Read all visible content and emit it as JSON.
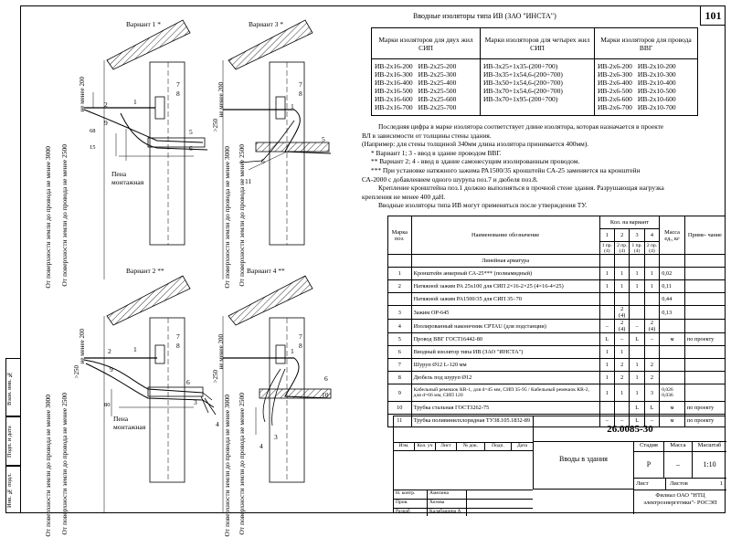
{
  "page_number": "101",
  "side_stamps": [
    "Инв. № подл.",
    "Подп. и дата",
    "Взам. инв. №"
  ],
  "drawings": {
    "v1": {
      "title": "Вариант 1 *",
      "dims": [
        "не менее 200",
        "68",
        "15"
      ],
      "vert": [
        "От поверхности земли до провода не менее 3000",
        "От поверхности земли до провода не менее 2500"
      ],
      "foam": [
        "Пена",
        "монтажная"
      ],
      "callouts": [
        "1",
        "2",
        "5",
        "6",
        "7",
        "8",
        "9"
      ]
    },
    "v2": {
      "title": "Вариант 2 **",
      "dims": [
        "не менее 200",
        ">250",
        "80"
      ],
      "vert": [
        "От поверхности земли до провода не менее 3000",
        "От поверхности земли до провода не менее 2500"
      ],
      "foam": [
        "Пена",
        "монтажная"
      ],
      "callouts": [
        "1",
        "2",
        "3",
        "4",
        "6",
        "7",
        "8",
        "9"
      ]
    },
    "v3": {
      "title": "Вариант 3 *",
      "dims": [
        "не менее 200",
        ">250"
      ],
      "vert": [
        "От поверхности земли до провода не менее 3000",
        "От поверхности земли до провода не менее 2500"
      ],
      "callouts": [
        "1",
        "5",
        "6",
        "7",
        "8",
        "11"
      ]
    },
    "v4": {
      "title": "Вариант 4 **",
      "dims": [
        "не менее 200",
        ">250"
      ],
      "vert": [
        "От поверхности земли до провода не менее 3000",
        "От поверхности земли до провода не менее 2500"
      ],
      "callouts": [
        "1",
        "3",
        "4",
        "6",
        "7",
        "8",
        "10"
      ]
    }
  },
  "top_table": {
    "title": "Вводные изоляторы типа ИВ (ЗАО \"ИНСТА\")",
    "headers": [
      "Марки изоляторов для двух жил СИП",
      "Марки изоляторов для четырех жил СИП",
      "Марки изоляторов для провода ВВГ"
    ],
    "col1a": [
      "ИВ-2х16-200",
      "ИВ-2х16-300",
      "ИВ-2х16-400",
      "ИВ-2х16-500",
      "ИВ-2х16-600",
      "ИВ-2х16-700"
    ],
    "col1b": [
      "ИВ-2х25-200",
      "ИВ-2х25-300",
      "ИВ-2х25-400",
      "ИВ-2х25-500",
      "ИВ-2х25-600",
      "ИВ-2х25-700"
    ],
    "col2": [
      "ИВ-3х25+1х35-(200÷700)",
      "ИВ-3х35+1х54,6-(200÷700)",
      "ИВ-3х50+1х54,6-(200÷700)",
      "ИВ-3х70+1х54,6-(200÷700)",
      "ИВ-3х70+1х95-(200÷700)"
    ],
    "col3a": [
      "ИВ-2х6-200",
      "ИВ-2х6-300",
      "ИВ-2х6-400",
      "ИВ-2х6-500",
      "ИВ-2х6-600",
      "ИВ-2х6-700"
    ],
    "col3b": [
      "ИВ-2х10-200",
      "ИВ-2х10-300",
      "ИВ-2х10-400",
      "ИВ-2х10-500",
      "ИВ-2х10-600",
      "ИВ-2х10-700"
    ]
  },
  "notes": [
    "Последняя цифра в марке изолятора соответствует длине изолятора, которая назначается в проекте",
    "ВЛ в зависимости от толщины стены здания.",
    "(Например: для стены толщиной 340мм длина изолятора принимается 400мм).",
    "* Вариант 1; 3 - ввод в здание проводом ВВГ.",
    "** Вариант 2; 4 - ввод в здание самонесущим изолированным проводом.",
    "*** При установке натяжного зажима РА1500/35 кронштейн СА-25 заменяется на кронштейн",
    "СА-2000 с добавлением одного шурупа поз.7 и дюбеля поз.8.",
    "Крепление кронштейна поз.1 должно выполняться в прочной стене здания. Разрушающая нагрузка",
    "крепления не менее 400 даН.",
    "Вводные изоляторы типа ИВ могут применяться после утверждения ТУ."
  ],
  "spec": {
    "h_mark": "Марка поз.",
    "h_name": "Наименование обозначение",
    "h_qty": "Кол. на вариант",
    "h_vars": [
      "1",
      "2",
      "3",
      "4"
    ],
    "h_sub": [
      "1 пр. (4)",
      "2 пр. (4)",
      "1 пр. (4)",
      "2 пр. (4)"
    ],
    "h_mass": "Масса ед., кг",
    "h_note": "Приме- чание",
    "section": "Линейная арматура",
    "rows": [
      {
        "n": "1",
        "name": "Кронштейн анкерный СА-25*** (полиамидный)",
        "q": [
          "1",
          "1",
          "1",
          "1"
        ],
        "m": "0,02",
        "note": ""
      },
      {
        "n": "2",
        "name": "Натяжной зажим РА 25х100 для СИП 2×16-2×25 (4×16-4×25)",
        "q": [
          "1",
          "1",
          "1",
          "1"
        ],
        "m": "0,11",
        "note": ""
      },
      {
        "n": "",
        "name": "Натяжной зажим РА1500/35 для СИП 35÷70",
        "q": [
          "",
          "",
          "",
          ""
        ],
        "m": "0,44",
        "note": ""
      },
      {
        "n": "3",
        "name": "Зажим ОР-645",
        "q": [
          "",
          "2 (4)",
          "",
          ""
        ],
        "m": "0,13",
        "note": ""
      },
      {
        "n": "4",
        "name": "Изолированный наконечник CPTAU (для подстанции)",
        "q": [
          "–",
          "2 (4)",
          "–",
          "2 (4)"
        ],
        "m": "",
        "note": ""
      },
      {
        "n": "5",
        "name": "Провод ВВГ ГОСТ16442-80",
        "q": [
          "L",
          "–",
          "L",
          "–"
        ],
        "m": "м",
        "note": "по проекту"
      },
      {
        "n": "6",
        "name": "Вводный изолятор типа ИВ (ЗАО \"ИНСТА\")",
        "q": [
          "1",
          "1",
          "",
          ""
        ],
        "m": "",
        "note": ""
      },
      {
        "n": "7",
        "name": "Шуруп Ø12 L-120 мм",
        "q": [
          "1",
          "2",
          "1",
          "2"
        ],
        "m": "",
        "note": ""
      },
      {
        "n": "8",
        "name": "Дюбель под шуруп Ø12",
        "q": [
          "1",
          "2",
          "1",
          "2"
        ],
        "m": "",
        "note": ""
      },
      {
        "n": "9",
        "name": "Кабельный ремешок КR-1, для d=45 мм, СИП 35-95 / Кабельный ремешок КR-2, для d=66 мм, СИП 120",
        "q": [
          "1",
          "1",
          "1",
          "3"
        ],
        "m": "0,026 0,036",
        "note": ""
      },
      {
        "n": "10",
        "name": "Трубка стальная ГОСТ3262-75",
        "q": [
          "",
          "",
          "L",
          "L"
        ],
        "m": "м",
        "note": "по проекту"
      },
      {
        "n": "11",
        "name": "Трубка поливинилхлоридная ТУ38.105.1832-89",
        "q": [
          "–",
          "–",
          "L",
          "–"
        ],
        "m": "м",
        "note": "по проекту"
      }
    ]
  },
  "title_block": {
    "code": "26.0085-30",
    "cols": [
      "Изм.",
      "Кол. уч",
      "Лист",
      "№ док.",
      "Подп.",
      "Дата"
    ],
    "title": "Вводы в здания",
    "stage_h": "Стадия",
    "mass_h": "Масса",
    "scale_h": "Масштаб",
    "stage": "Р",
    "mass": "–",
    "scale": "1:10",
    "sheet": "Лист",
    "sheets": "Листов",
    "sheets_val": "1",
    "staff": [
      [
        "Н. контр.",
        "Амелина"
      ],
      [
        "Пров.",
        "Хозова"
      ],
      [
        "Разраб",
        "Калабашина А"
      ]
    ],
    "org": "Филиал ОАО \"НТЦ электроэнергетики\"- РОСЭП"
  }
}
